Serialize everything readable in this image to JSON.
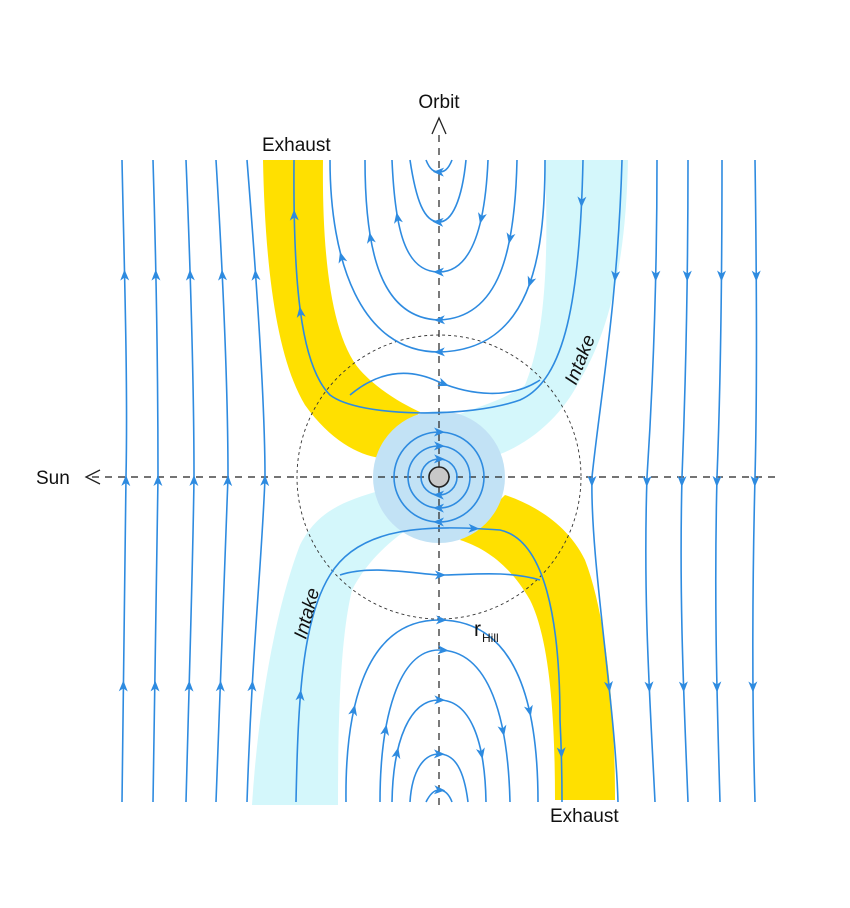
{
  "labels": {
    "orbit": "Orbit",
    "sun": "Sun",
    "exhaust_top": "Exhaust",
    "exhaust_bottom": "Exhaust",
    "intake_upper": "Intake",
    "intake_lower": "Intake",
    "r_main": "r",
    "r_sub": "Hill"
  },
  "colors": {
    "streamline": "#2e8be0",
    "exhaust": "#ffe000",
    "intake": "#d4f7fb",
    "hill_sphere": "#c2e2f5",
    "planet": "#c8c8c8"
  }
}
